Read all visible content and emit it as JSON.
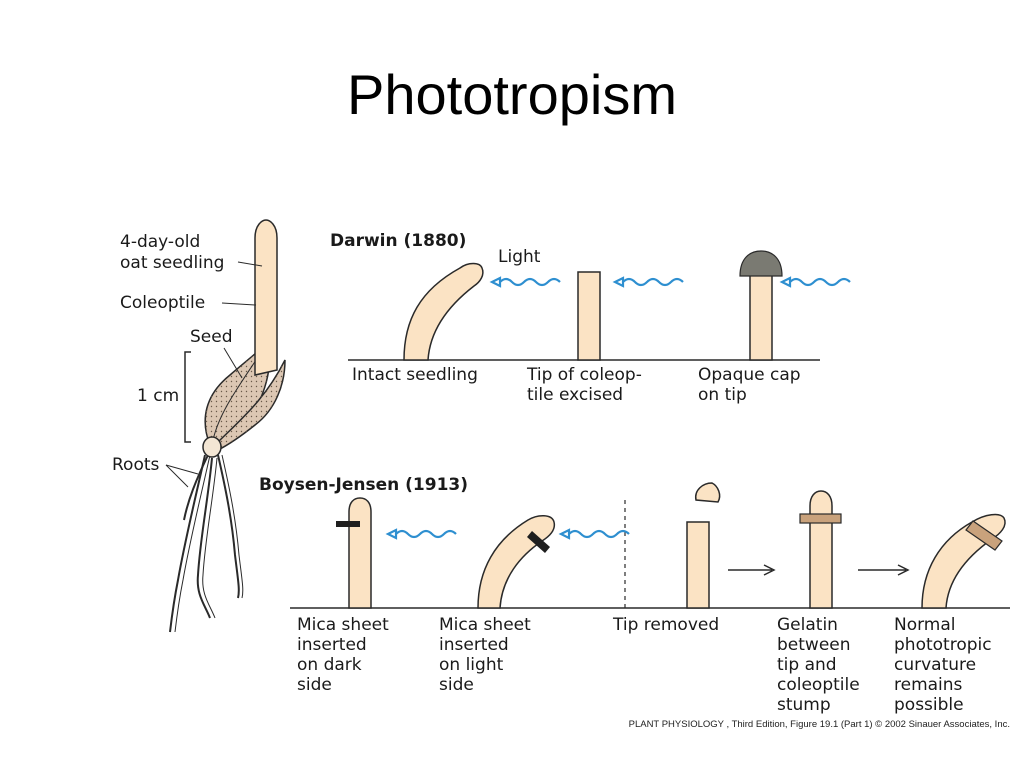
{
  "title": "Phototropism",
  "seedling": {
    "label_line1": "4-day-old",
    "label_line2": "oat seedling",
    "coleoptile": "Coleoptile",
    "seed": "Seed",
    "scale": "1 cm",
    "roots": "Roots"
  },
  "darwin": {
    "heading": "Darwin (1880)",
    "light_label": "Light",
    "panels": [
      {
        "lines": [
          "Intact seedling"
        ]
      },
      {
        "lines": [
          "Tip of coleop-",
          "tile excised"
        ]
      },
      {
        "lines": [
          "Opaque cap",
          "on tip"
        ]
      }
    ]
  },
  "boysen_jensen": {
    "heading": "Boysen-Jensen (1913)",
    "panels": [
      {
        "lines": [
          "Mica sheet",
          "inserted",
          "on dark",
          "side"
        ]
      },
      {
        "lines": [
          "Mica sheet",
          "inserted",
          "on light",
          "side"
        ]
      },
      {
        "lines": [
          "Tip removed"
        ]
      },
      {
        "lines": [
          "Gelatin",
          "between",
          "tip and",
          "coleoptile",
          "stump"
        ]
      },
      {
        "lines": [
          "Normal",
          "phototropic",
          "curvature",
          "remains",
          "possible"
        ]
      }
    ]
  },
  "credit": "PLANT PHYSIOLOGY , Third Edition, Figure 19.1 (Part 1)  © 2002 Sinauer Associates, Inc.",
  "colors": {
    "coleoptile_fill": "#fbe3c4",
    "outline": "#2a2a2a",
    "light_wave": "#2e8fd0",
    "seed_fill": "#dcc7b3",
    "cap_fill": "#7a7a72",
    "gelatin_fill": "#c9a27c",
    "mica": "#1f1f1f"
  }
}
